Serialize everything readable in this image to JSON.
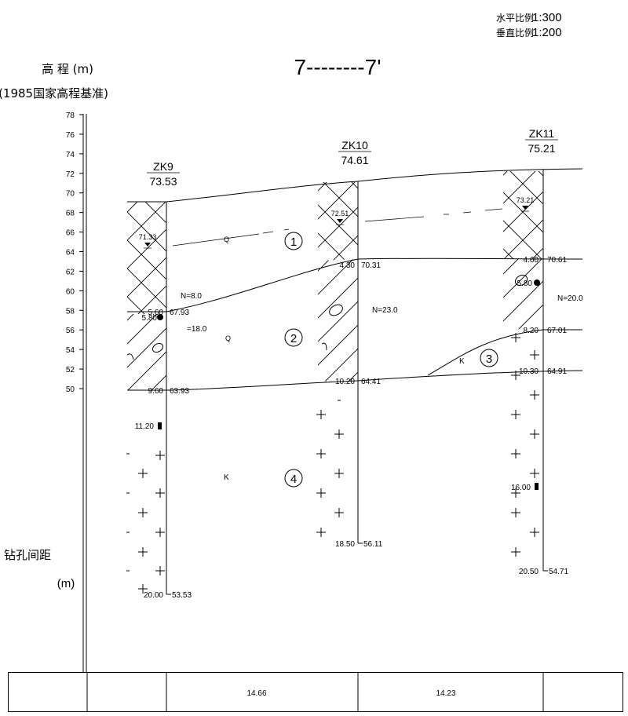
{
  "scale": {
    "horizontal_label": "水平比例",
    "horizontal_value": "1:300",
    "vertical_label": "垂直比例",
    "vertical_value": "1:200"
  },
  "section_title": "7--------7'",
  "axis": {
    "title": "高 程 (m)",
    "subtitle": "(1985国家高程基准)",
    "ticks": [
      "78",
      "76",
      "74",
      "72",
      "70",
      "68",
      "66",
      "64",
      "62",
      "60",
      "58",
      "56",
      "54",
      "52",
      "50"
    ]
  },
  "spacing_label": "钻孔间距",
  "spacing_unit": "(m)",
  "boreholes": [
    {
      "id": "ZK9",
      "elev": "73.53",
      "water": "71.33",
      "bottom_depth": "20.00",
      "bottom_elev": "53.53",
      "layers": [
        {
          "depth": "5.60",
          "elev": "67.93"
        },
        {
          "depth": "9.60",
          "elev": "63.93"
        }
      ],
      "samples": [
        {
          "label": "5.80",
          "kind": "dot"
        },
        {
          "label": "11.20",
          "kind": "square"
        }
      ]
    },
    {
      "id": "ZK10",
      "elev": "74.61",
      "water": "72.51",
      "bottom_depth": "18.50",
      "bottom_elev": "56.11",
      "layers": [
        {
          "depth": "4.30",
          "elev": "70.31"
        },
        {
          "depth": "10.20",
          "elev": "64.41"
        }
      ],
      "samples": []
    },
    {
      "id": "ZK11",
      "elev": "75.21",
      "water": "73.21",
      "bottom_depth": "20.50",
      "bottom_elev": "54.71",
      "layers": [
        {
          "depth": "4.60",
          "elev": "70.61"
        },
        {
          "depth": "8.20",
          "elev": "67.01"
        },
        {
          "depth": "10.30",
          "elev": "64.91"
        }
      ],
      "samples": [
        {
          "label": "5.80",
          "kind": "dot"
        },
        {
          "label": "16.00",
          "kind": "square"
        }
      ]
    }
  ],
  "spt": [
    {
      "label": "N=8.0"
    },
    {
      "label": "=18.0"
    },
    {
      "label": "N=23.0"
    },
    {
      "label": "N=20.0"
    }
  ],
  "strata": [
    {
      "number": "1",
      "code": "Q"
    },
    {
      "number": "2",
      "code": "Q"
    },
    {
      "number": "3",
      "code": "K"
    },
    {
      "number": "4",
      "code": "K"
    }
  ],
  "distances": [
    "14.66",
    "14.23"
  ]
}
